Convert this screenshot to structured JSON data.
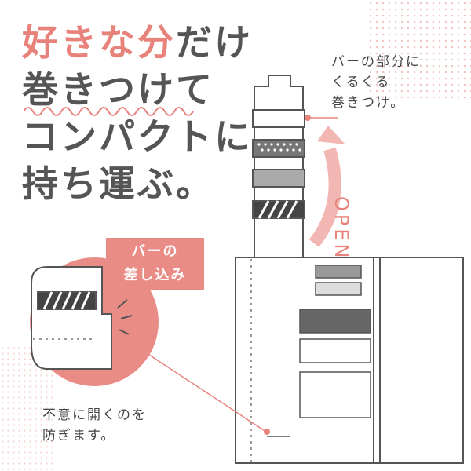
{
  "headline": {
    "line1_accent": "好きな分",
    "line1_rest": "だけ",
    "line2": "巻きつけて",
    "line3": "コンパクトに",
    "line4": "持ち運ぶ。"
  },
  "callout_top": [
    "バーの部分に",
    "くるくる",
    "巻きつけ。"
  ],
  "open_label": "OPEN",
  "callout_box": [
    "バーの",
    "差し込み"
  ],
  "callout_bottom": [
    "不意に開くのを",
    "防ぎます。"
  ],
  "colors": {
    "accent": "#e8837c",
    "box": "#ea8c86",
    "text": "#555555"
  }
}
